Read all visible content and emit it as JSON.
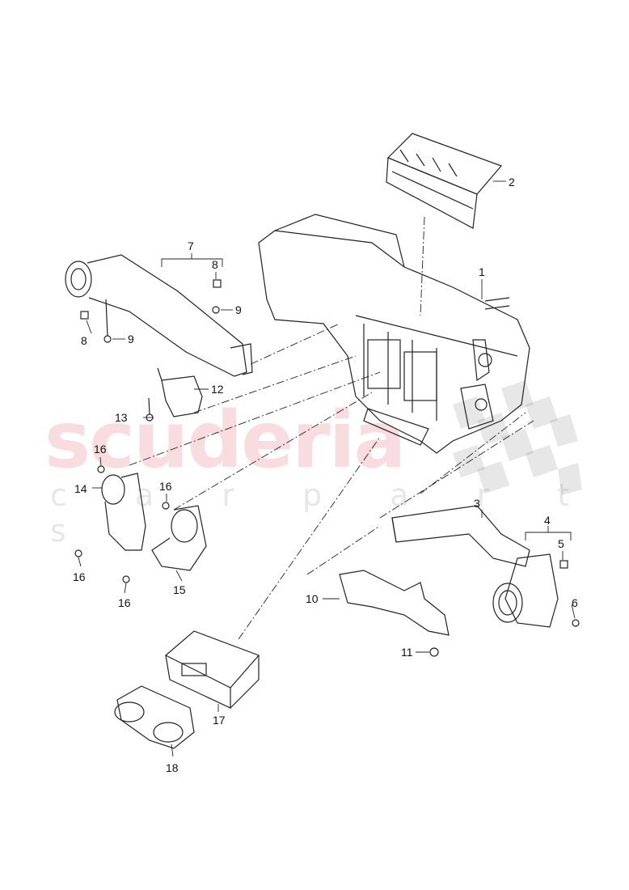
{
  "watermark": {
    "brand": "scuderia",
    "sub": "c a r p a r t s",
    "color": "#dc283c"
  },
  "callouts": [
    "1",
    "2",
    "3",
    "4",
    "5",
    "6",
    "7",
    "8",
    "8",
    "9",
    "9",
    "10",
    "11",
    "12",
    "13",
    "14",
    "15",
    "16",
    "16",
    "16",
    "16",
    "17",
    "18"
  ],
  "icons": [
    "checkered-flag-icon"
  ]
}
